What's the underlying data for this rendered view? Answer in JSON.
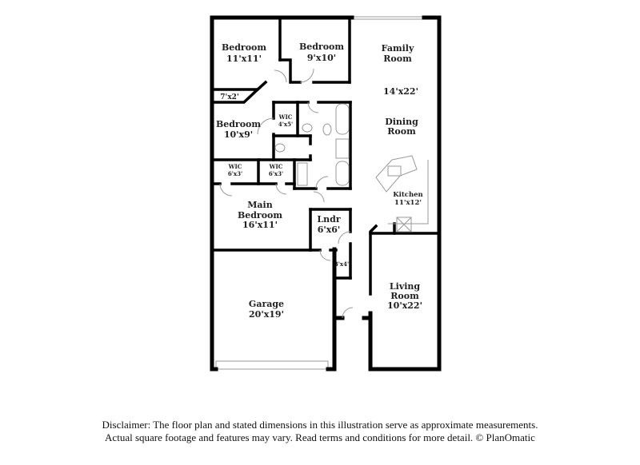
{
  "rooms": [
    {
      "name": "Bedroom",
      "size": "11'x11'"
    },
    {
      "name": "Bedroom",
      "size": "9'x10'"
    },
    {
      "name": "Family Room",
      "size": "14'x22'"
    },
    {
      "name": "",
      "size": "7'x2'"
    },
    {
      "name": "WIC",
      "size": "4'x5'"
    },
    {
      "name": "Bedroom",
      "size": "10'x9'"
    },
    {
      "name": "Dining Room",
      "size": ""
    },
    {
      "name": "WIC",
      "size": "6'x3'"
    },
    {
      "name": "WIC",
      "size": "6'x3'"
    },
    {
      "name": "Kitchen",
      "size": "11'x12'"
    },
    {
      "name": "Main Bedroom",
      "size": "16'x11'"
    },
    {
      "name": "Lndr",
      "size": "6'x6'"
    },
    {
      "name": "",
      "size": "3'x4'"
    },
    {
      "name": "Living Room",
      "size": "10'x22'"
    },
    {
      "name": "Garage",
      "size": "20'x19'"
    }
  ],
  "labels": {
    "bed1": "Bedroom",
    "bed1_size": "11'x11'",
    "bed2": "Bedroom",
    "bed2_size": "9'x10'",
    "family_1": "Family",
    "family_2": "Room",
    "family_size": "14'x22'",
    "closet_size": "7'x2'",
    "wic1": "WIC",
    "wic1_size": "4'x5'",
    "bed3": "Bedroom",
    "bed3_size": "10'x9'",
    "dining_1": "Dining",
    "dining_2": "Room",
    "wic2": "WIC",
    "wic2_size": "6'x3'",
    "wic3": "WIC",
    "wic3_size": "6'x3'",
    "kitchen": "Kitchen",
    "kitchen_size": "11'x12'",
    "main_1": "Main",
    "main_2": "Bedroom",
    "main_size": "16'x11'",
    "lndr": "Lndr",
    "lndr_size": "6'x6'",
    "closet2_size": "3'x4'",
    "living_1": "Living",
    "living_2": "Room",
    "living_size": "10'x22'",
    "garage": "Garage",
    "garage_size": "20'x19'"
  },
  "disclaimer": {
    "line1": "Disclaimer: The floor plan and stated dimensions in this illustration serve as approximate measurements.",
    "line2": "Actual square footage and features may vary. Read terms and conditions for more detail. © PlanOmatic"
  }
}
